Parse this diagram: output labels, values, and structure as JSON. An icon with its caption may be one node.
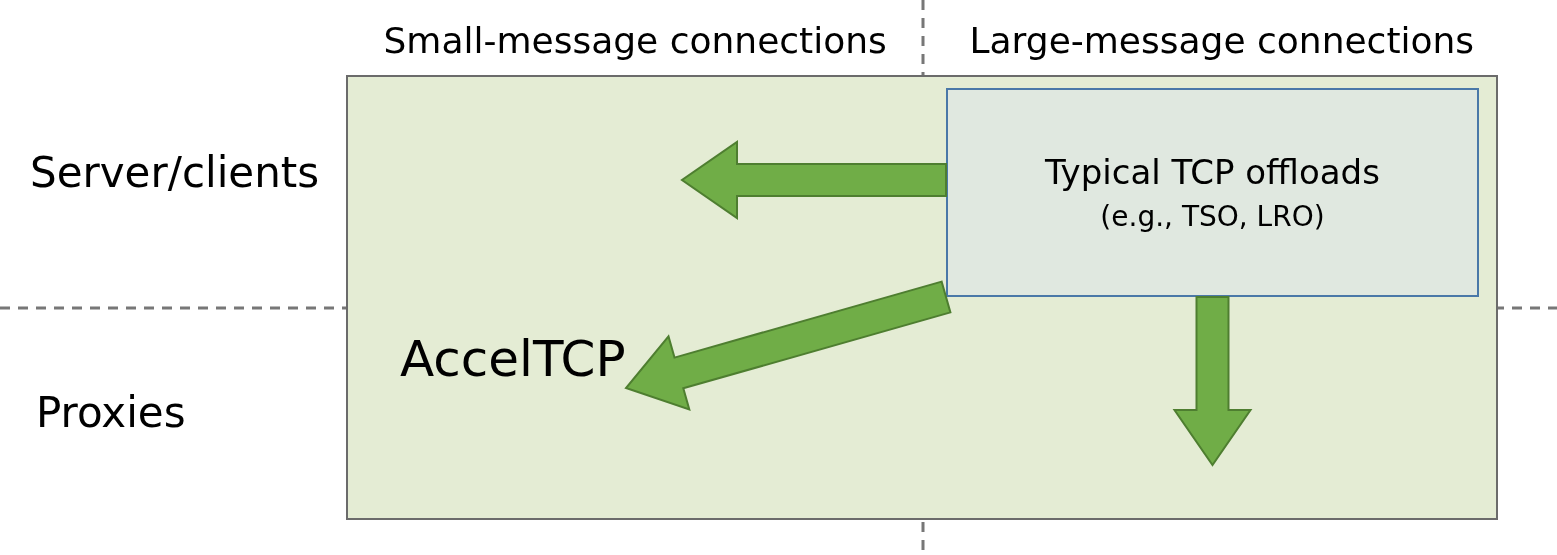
{
  "diagram": {
    "nodes": [
      {
        "text": [
          "Typical TCP offloads",
          "(e.g., TSO, LRO)"
        ]
      },
      {
        "text": [
          "AccelTCP"
        ]
      }
    ],
    "edges": [
      {
        "from": 0,
        "to": null,
        "arrow": "to"
      },
      {
        "from": 0,
        "to": 1,
        "arrow": "to"
      },
      {
        "from": 0,
        "to": null,
        "arrow": "to"
      }
    ],
    "labels": [
      "Small-message connections",
      "Large-message connections",
      "Server/clients",
      "Proxies"
    ]
  }
}
